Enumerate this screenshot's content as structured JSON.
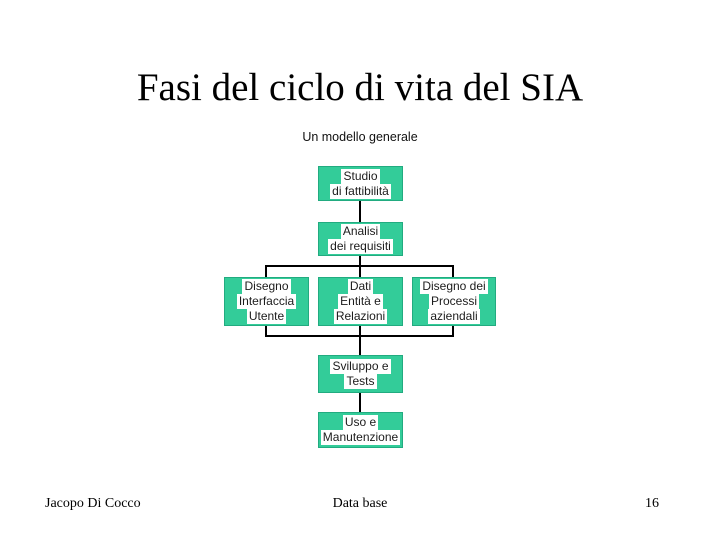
{
  "slide": {
    "title": "Fasi del ciclo di vita del SIA",
    "subtitle": "Un modello generale",
    "footer": {
      "author": "Jacopo Di Cocco",
      "center": "Data base",
      "page_number": "16"
    }
  },
  "diagram": {
    "type": "flowchart",
    "colors": {
      "box_fill": "#33cc99",
      "box_border": "#22ab80",
      "text_highlight": "#ffffff",
      "connector": "#000000",
      "slide_background": "#ffffff"
    },
    "nodes": [
      {
        "id": "studio-di-fattibilita",
        "lines": [
          "Studio",
          "di fattibilità"
        ]
      },
      {
        "id": "analisi-dei-requisiti",
        "lines": [
          "Analisi",
          "dei requisiti"
        ]
      },
      {
        "id": "disegno-interfaccia-utente",
        "lines": [
          "Disegno",
          "Interfaccia",
          "Utente"
        ]
      },
      {
        "id": "dati-entita-relazioni",
        "lines": [
          "Dati",
          "Entità e",
          "Relazioni"
        ]
      },
      {
        "id": "disegno-processi-aziendali",
        "lines": [
          "Disegno dei",
          "Processi",
          "aziendali"
        ]
      },
      {
        "id": "sviluppo-e-tests",
        "lines": [
          "Sviluppo e",
          "Tests"
        ]
      },
      {
        "id": "uso-e-manutenzione",
        "lines": [
          "Uso e",
          "Manutenzione"
        ]
      }
    ],
    "edges": [
      "studio-di-fattibilita -> analisi-dei-requisiti",
      "analisi-dei-requisiti -> disegno-interfaccia-utente",
      "analisi-dei-requisiti -> dati-entita-relazioni",
      "analisi-dei-requisiti -> disegno-processi-aziendali",
      "disegno-interfaccia-utente -> sviluppo-e-tests",
      "dati-entita-relazioni -> sviluppo-e-tests",
      "disegno-processi-aziendali -> sviluppo-e-tests",
      "sviluppo-e-tests -> uso-e-manutenzione"
    ]
  }
}
